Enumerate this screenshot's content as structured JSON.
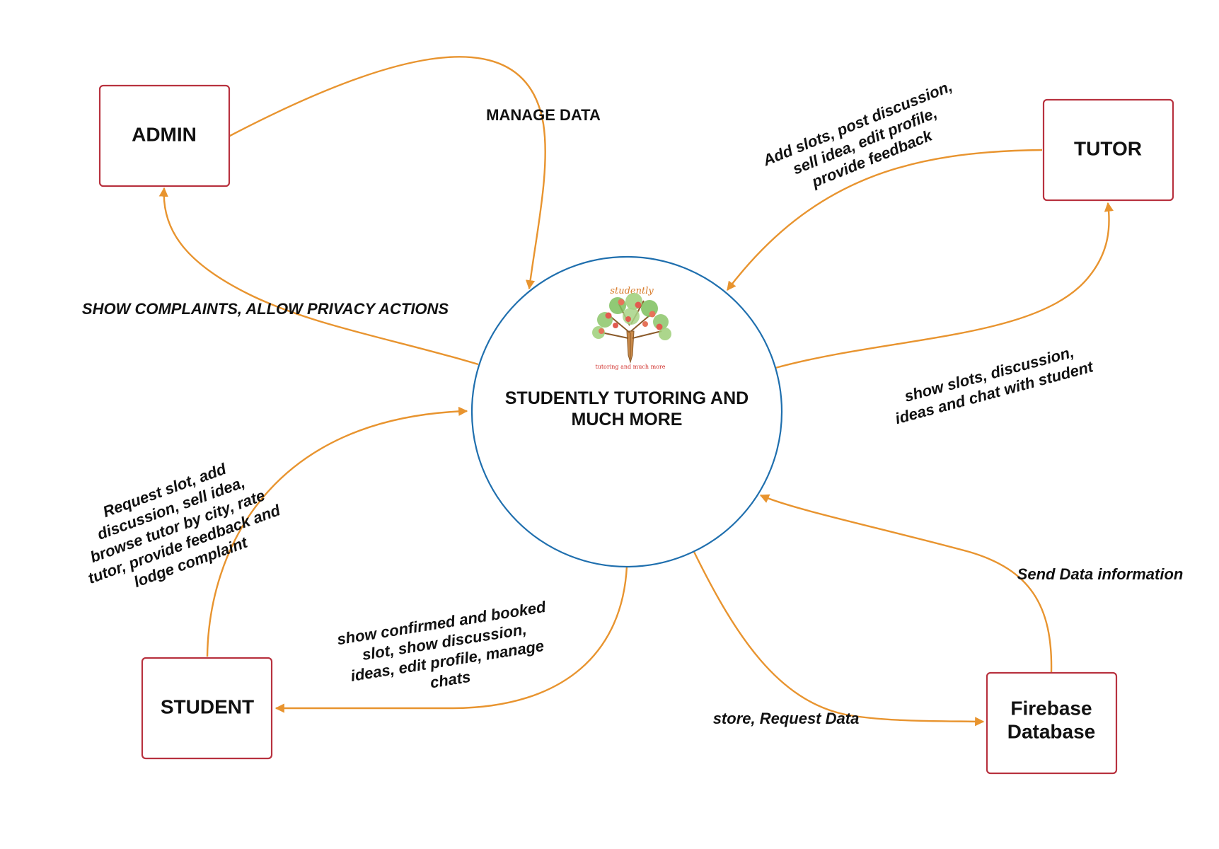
{
  "colors": {
    "entity_border": "#b8323f",
    "process_border": "#1f6fae",
    "flow": "#e8942f",
    "text": "#111111"
  },
  "process": {
    "line1": "STUDENTLY TUTORING AND",
    "line2": "MUCH MORE",
    "logo": {
      "icon": "apple-tree-pencil-icon",
      "title": "studently",
      "tagline": "tutoring and much more"
    }
  },
  "entities": {
    "admin": "ADMIN",
    "tutor": "TUTOR",
    "student": "STUDENT",
    "database_line1": "Firebase",
    "database_line2": "Database"
  },
  "flows": {
    "admin_to_system": [
      "MANAGE DATA"
    ],
    "system_to_admin": [
      "SHOW COMPLAINTS, ALLOW PRIVACY ACTIONS"
    ],
    "tutor_to_system": [
      "Add slots, post discussion,",
      "sell idea, edit profile,",
      "provide feedback"
    ],
    "system_to_tutor": [
      "show slots, discussion,",
      "ideas and chat with student"
    ],
    "student_to_system": [
      "Request slot, add",
      "discussion, sell idea,",
      "browse tutor by city, rate",
      "tutor, provide feedback and",
      "lodge complaint"
    ],
    "system_to_student": [
      "show confirmed and booked",
      "slot, show discussion,",
      "ideas, edit profile, manage",
      "chats"
    ],
    "system_to_database": [
      "store, Request Data"
    ],
    "database_to_system": [
      "Send Data information"
    ]
  }
}
